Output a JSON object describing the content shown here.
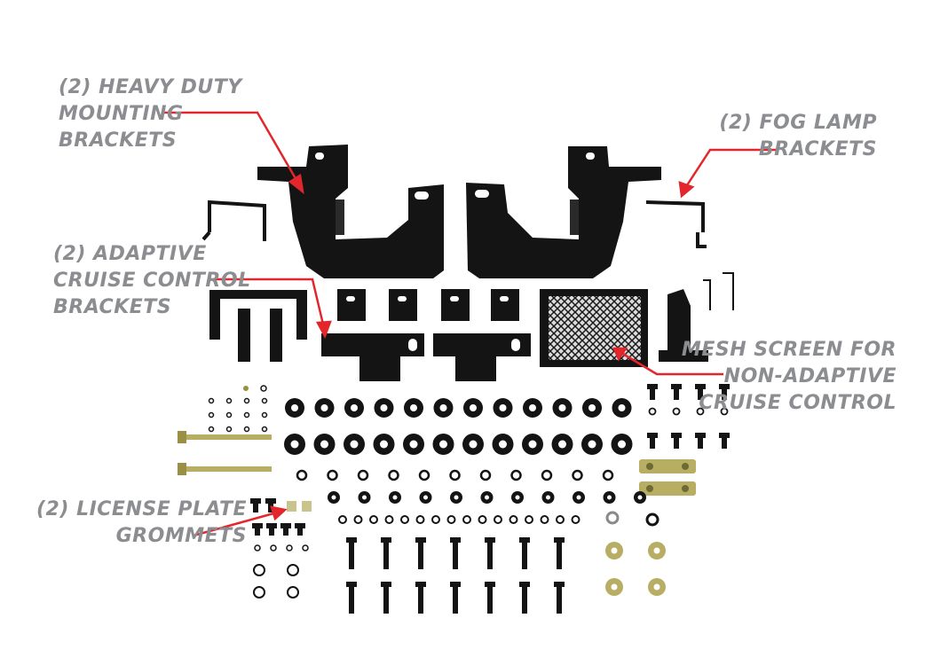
{
  "callouts": {
    "heavy_duty": [
      "(2) Heavy Duty",
      "Mounting",
      "Brackets"
    ],
    "fog_lamp": [
      "(2) Fog Lamp",
      "Brackets"
    ],
    "adaptive": [
      "(2) Adaptive",
      "Cruise Control",
      "Brackets"
    ],
    "mesh": [
      "Mesh Screen For",
      "Non-Adaptive",
      "Cruise Control"
    ],
    "license": [
      "(2) License Plate",
      "Grommets"
    ]
  },
  "colors": {
    "label": "#8c8d91",
    "arrow": "#e3262b",
    "part": "#141414",
    "zinc": "#b7ad63"
  }
}
